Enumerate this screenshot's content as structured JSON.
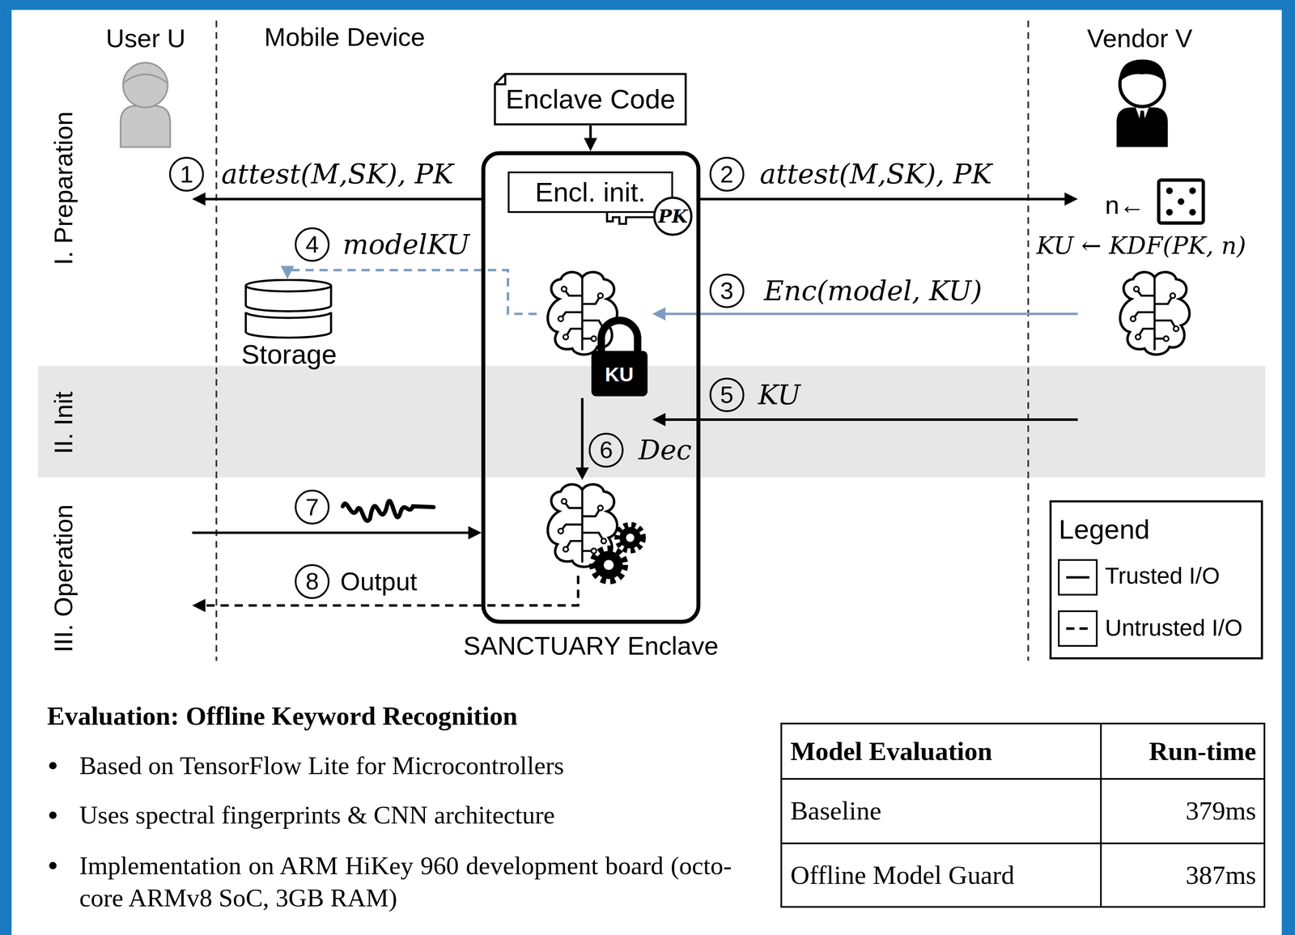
{
  "diagram": {
    "nodes": [
      {
        "text": [
          "User U"
        ]
      },
      {
        "text": [
          "Enclave Code"
        ]
      },
      {
        "text": [
          "SANCTUARY Enclave"
        ]
      },
      {
        "text": [
          "Encl. init."
        ],
        "in": 2
      },
      {
        "text": [
          "PK"
        ],
        "in": 2
      },
      {
        "text": [
          "Vendor V"
        ]
      },
      {
        "text": [
          "Storage"
        ]
      },
      {
        "text": [
          "KU"
        ],
        "in": 2
      }
    ],
    "edges": [
      {
        "from": 2,
        "to": 0,
        "arrow": "to",
        "label": "attest(M,SK), PK"
      },
      {
        "from": 2,
        "to": 5,
        "arrow": "to",
        "label": "attest(M,SK), PK"
      },
      {
        "from": 5,
        "to": 7,
        "arrow": "to",
        "label": "Enc(model, KU)"
      },
      {
        "from": 7,
        "to": 6,
        "arrow": "to",
        "label": "modelKU"
      },
      {
        "from": 5,
        "to": 7,
        "arrow": "to",
        "label": "KU"
      },
      {
        "from": 0,
        "to": 2,
        "arrow": "to"
      },
      {
        "from": 2,
        "to": 0,
        "arrow": "to",
        "label": "Output"
      },
      {
        "from": 1,
        "to": 2,
        "arrow": "to"
      }
    ],
    "labels": [
      "Mobile Device",
      "I. Preparation",
      "II. Init",
      "III. Operation",
      "1",
      "2",
      "n←",
      "KU ← KDF(PK, n)",
      "4",
      "3",
      "5",
      "6",
      "Dec",
      "7",
      "8",
      "Legend",
      "Evaluation: Offline Keyword Recognition",
      "Based on TensorFlow Lite for Microcontrollers",
      "Uses spectral fingerprints & CNN architecture",
      "Implementation on ARM HiKey 960 development board (octo-core ARMv8 SoC, 3GB RAM)",
      "Model Evaluation",
      "Run-time",
      "Baseline",
      "379ms",
      "Offline Model Guard",
      "387ms"
    ],
    "legend": [
      {
        "text": "Trusted I/O"
      },
      {
        "text": "Untrusted I/O"
      }
    ]
  }
}
